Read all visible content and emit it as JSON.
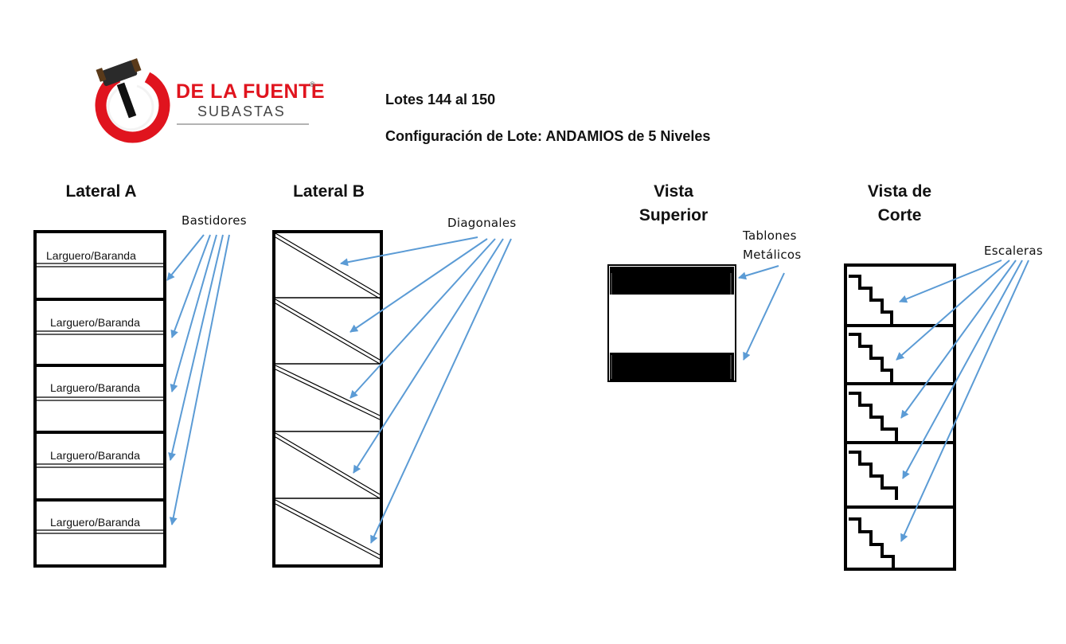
{
  "brand": {
    "name": "DE LA FUENTE",
    "reg_mark": "®",
    "subtitle": "SUBASTAS"
  },
  "header": {
    "lots": "Lotes 144 al 150",
    "config": "Configuración de Lote: ANDAMIOS de 5 Niveles"
  },
  "views": {
    "lateral_a": {
      "title": "Lateral  A",
      "callout": "Bastidores",
      "rail_labels": [
        "Larguero/Baranda",
        "Larguero/Baranda",
        "Larguero/Baranda",
        "Larguero/Baranda",
        "Larguero/Baranda"
      ]
    },
    "lateral_b": {
      "title": "Lateral  B",
      "callout": "Diagonales"
    },
    "superior": {
      "title_line1": "Vista",
      "title_line2": "Superior",
      "callout_line1": "Tablones",
      "callout_line2": "Metálicos"
    },
    "corte": {
      "title_line1": "Vista de",
      "title_line2": "Corte",
      "callout": "Escaleras"
    }
  },
  "colors": {
    "arrow": "#5b9bd5",
    "brand_red": "#e0141e",
    "frame": "#000000"
  }
}
